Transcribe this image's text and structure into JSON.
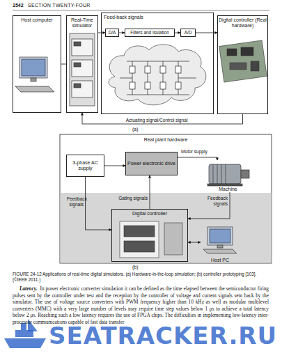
{
  "diagram": {
    "caption": "FIGURE 24-12 Applications of real-time digital simulators. (a) Hardware-in-the-loop simulation; (b) controller prototyping [103]. (©IEEE 2011.)",
    "nodes": [
      {
        "text": [
          "Host computer"
        ]
      },
      {
        "text": [
          "Real-Time simulator"
        ]
      },
      {
        "text": [
          "Feed-back signals"
        ]
      },
      {
        "text": [
          "D/A"
        ],
        "in": 2
      },
      {
        "text": [
          "Filters and Isolation"
        ],
        "in": 2
      },
      {
        "text": [
          "A/D"
        ],
        "in": 2
      },
      {
        "text": [
          "Digital controller (Real hardware)"
        ]
      },
      {
        "text": [
          "Real plant hardware"
        ]
      },
      {
        "text": [
          "3-phase AC supply"
        ],
        "in": 7
      },
      {
        "text": [
          "Power electronic drive"
        ],
        "in": 7
      },
      {
        "text": [
          "Machine"
        ],
        "in": 7
      },
      {
        "text": [
          "Digital controller"
        ]
      },
      {
        "text": [
          "Host PC"
        ]
      }
    ],
    "edges": [
      {
        "from": 0,
        "to": 1,
        "arrow": "none"
      },
      {
        "from": 1,
        "to": 3,
        "arrow": "to"
      },
      {
        "from": 3,
        "to": 4,
        "arrow": "to"
      },
      {
        "from": 4,
        "to": 5,
        "arrow": "to"
      },
      {
        "from": 5,
        "to": 6,
        "arrow": "to"
      },
      {
        "from": 6,
        "to": 1,
        "label": "Actuating signal/Control signal",
        "arrow": "to"
      },
      {
        "from": 8,
        "to": 9,
        "arrow": "to"
      },
      {
        "from": 9,
        "to": 10,
        "label": "Motor supply",
        "arrow": "to"
      },
      {
        "from": 11,
        "to": 9,
        "label": "Gating signals",
        "arrow": "to"
      },
      {
        "from": 8,
        "to": 11,
        "label": "Feedback signals",
        "arrow": "to"
      },
      {
        "from": 10,
        "to": 11,
        "label": "Feedback signals",
        "arrow": "to"
      },
      {
        "from": 11,
        "to": 12,
        "arrow": "both"
      }
    ],
    "labels": [
      "1542",
      "SECTION TWENTY-FOUR",
      "(a)",
      "(b)",
      "Latency.",
      "In power electronic converter simulation it can be defined as the time elapsed between the semiconductor firing pulses sent by the controller under test and the reception by the controller of voltage and current signals sent back by the simulator. The use of voltage source converters with PWM frequency higher than 10 kHz as well as modular multilevel converters (MMC) with a very large number of levels may require time step values below 1 μs to achieve a total latency below 2 μs. Reaching such a low latency requires the use of FPGA chips. The difficulties in implementing low-latency inter-processor communications capable of fast data transfer",
      "SEATRACKER.RU"
    ]
  }
}
